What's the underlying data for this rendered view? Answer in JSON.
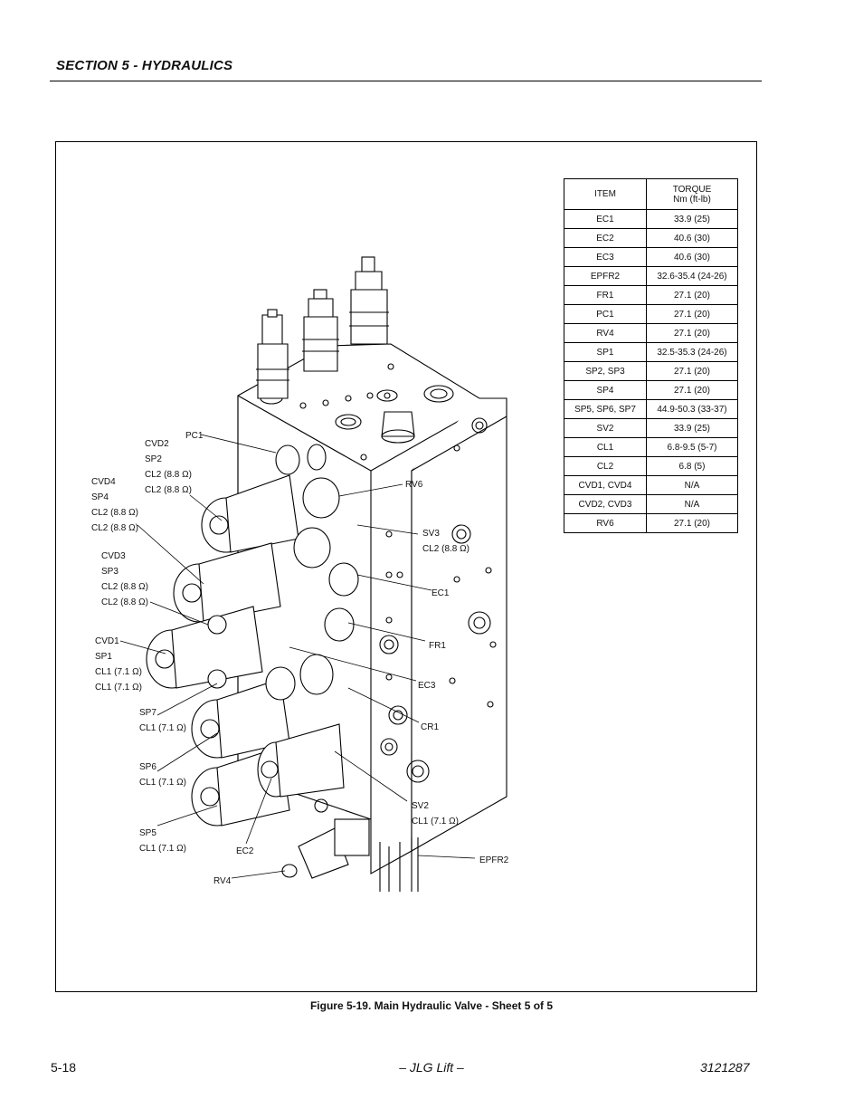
{
  "header": {
    "section_title": "SECTION 5 - HYDRAULICS"
  },
  "torque_table": {
    "col_item": "ITEM",
    "col_torque_line1": "TORQUE",
    "col_torque_line2": "Nm (ft-lb)",
    "rows": [
      {
        "item": "EC1",
        "torque": "33.9 (25)"
      },
      {
        "item": "EC2",
        "torque": "40.6 (30)"
      },
      {
        "item": "EC3",
        "torque": "40.6 (30)"
      },
      {
        "item": "EPFR2",
        "torque": "32.6-35.4 (24-26)"
      },
      {
        "item": "FR1",
        "torque": "27.1 (20)"
      },
      {
        "item": "PC1",
        "torque": "27.1 (20)"
      },
      {
        "item": "RV4",
        "torque": "27.1 (20)"
      },
      {
        "item": "SP1",
        "torque": "32.5-35.3 (24-26)"
      },
      {
        "item": "SP2, SP3",
        "torque": "27.1 (20)"
      },
      {
        "item": "SP4",
        "torque": "27.1 (20)"
      },
      {
        "item": "SP5, SP6, SP7",
        "torque": "44.9-50.3 (33-37)"
      },
      {
        "item": "SV2",
        "torque": "33.9 (25)"
      },
      {
        "item": "CL1",
        "torque": "6.8-9.5 (5-7)"
      },
      {
        "item": "CL2",
        "torque": "6.8 (5)"
      },
      {
        "item": "CVD1, CVD4",
        "torque": "N/A"
      },
      {
        "item": "CVD2, CVD3",
        "torque": "N/A"
      },
      {
        "item": "RV6",
        "torque": "27.1 (20)"
      }
    ]
  },
  "callouts": {
    "pc1": "PC1",
    "cvd2": [
      "CVD2",
      "SP2",
      "CL2 (8.8 Ω)",
      "CL2 (8.8 Ω)"
    ],
    "cvd4": [
      "CVD4",
      "SP4",
      "CL2 (8.8 Ω)",
      "CL2 (8.8 Ω)"
    ],
    "cvd3": [
      "CVD3",
      "SP3",
      "CL2 (8.8 Ω)",
      "CL2 (8.8 Ω)"
    ],
    "cvd1": [
      "CVD1",
      "SP1",
      "CL1 (7.1 Ω)",
      "CL1 (7.1 Ω)"
    ],
    "sp7": [
      "SP7",
      "CL1 (7.1 Ω)"
    ],
    "sp6": [
      "SP6",
      "CL1 (7.1 Ω)"
    ],
    "sp5": [
      "SP5",
      "CL1 (7.1 Ω)"
    ],
    "ec2": "EC2",
    "rv4": "RV4",
    "rv6": "RV6",
    "sv3": [
      "SV3",
      "CL2 (8.8 Ω)"
    ],
    "ec1": "EC1",
    "fr1": "FR1",
    "ec3": "EC3",
    "cr1": "CR1",
    "sv2": [
      "SV2",
      "CL1 (7.1 Ω)"
    ],
    "epfr2": "EPFR2"
  },
  "caption": "Figure 5-19.  Main Hydraulic Valve - Sheet 5 of 5",
  "footer": {
    "page_number": "5-18",
    "center": "– JLG Lift –",
    "doc_number": "3121287"
  }
}
